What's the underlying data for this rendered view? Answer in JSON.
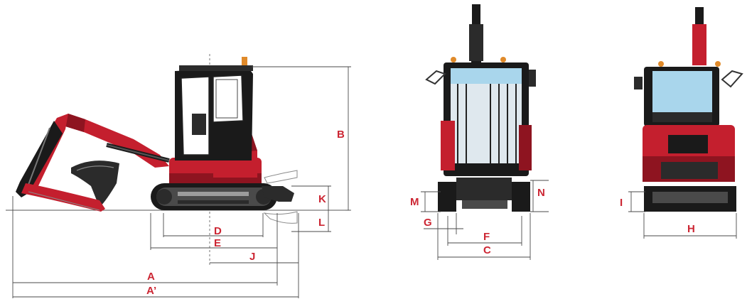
{
  "colors": {
    "label": "#cc2633",
    "body_red": "#c41f2e",
    "body_dark": "#2b2b2b",
    "glass": "#a9d6ec",
    "dimension_line": "#4a4a4a"
  },
  "side_view": {
    "labels": {
      "A": "A",
      "A_prime": "A’",
      "B": "B",
      "D": "D",
      "E": "E",
      "J": "J",
      "K": "K",
      "L": "L"
    }
  },
  "front_view": {
    "labels": {
      "C": "C",
      "F": "F",
      "G": "G",
      "M": "M",
      "N": "N"
    }
  },
  "rear_view": {
    "labels": {
      "H": "H",
      "I": "I"
    }
  }
}
